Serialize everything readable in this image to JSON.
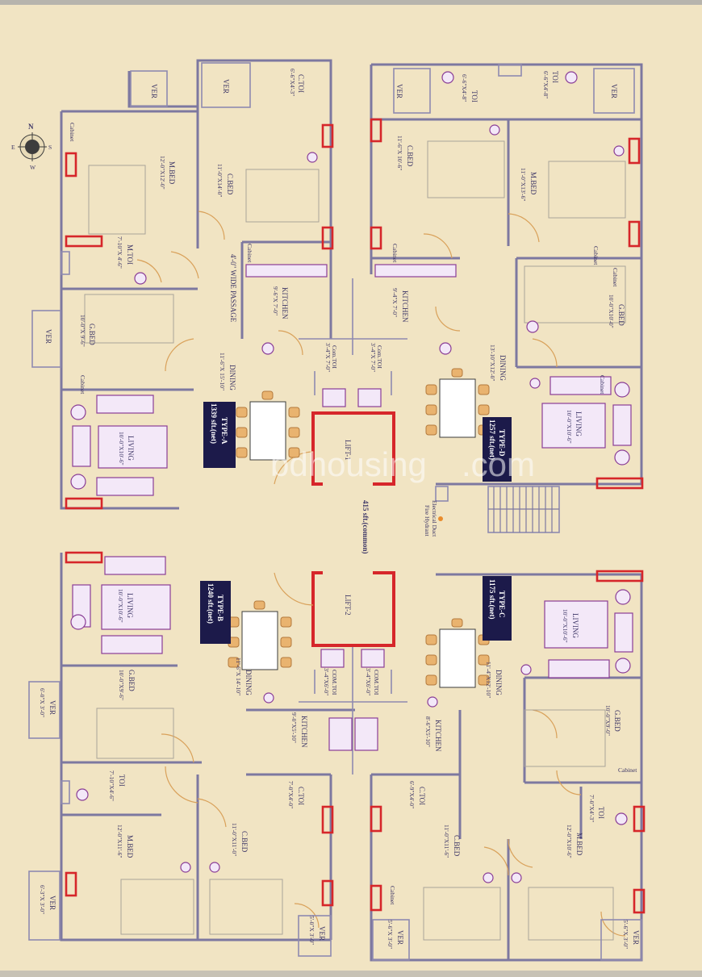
{
  "compass": {
    "north": "N",
    "south": "S",
    "east": "E",
    "west": "W"
  },
  "common": {
    "lift1": "LIFT-1",
    "lift2": "LIFT-2",
    "common_area": "415 sft.(common)",
    "fire_hydrant": "Fire Hydrant",
    "elec_duct": "Electrical Duct"
  },
  "watermark": "bdhousing",
  "watermark_suffix": ".com",
  "type_a": {
    "badge1": "TYPE-A",
    "badge2": "1339 sft.(net)",
    "ver1": "VER",
    "ver2": "VER",
    "ver3": "VER",
    "ctoi": "C.TOI",
    "ctoi_dim": "6'-6\"X4'-3\"",
    "mbed": "M.BED",
    "mbed_dim": "12'-0\"X12'-0\"",
    "cbed": "C.BED",
    "cbed_dim": "11'-0\"X14'-0\"",
    "mtoi": "M.TOI",
    "mtoi_dim": "7'-10\"X 4'-6\"",
    "passage": "4'-0\" WIDE PASSAGE",
    "kitchen": "KITCHEN",
    "kitchen_dim": "9'-6\"X 7'-0\"",
    "gbed": "G.BED",
    "gbed_dim": "10'-0\"X 9'-6\"",
    "comtoi": "Com.TOI",
    "comtoi_dim": "3'-4\"X 7'-0\"",
    "dining": "DINING",
    "dining_dim": "11'-6\"X 15'-10\"",
    "living": "LIVING",
    "living_dim": "10'-0\"X10'-6\"",
    "cabinet1": "Cabinet",
    "cabinet2": "Cabinet",
    "cabinet3": "Cabinet"
  },
  "type_d": {
    "badge1": "TYPE-D",
    "badge2": "1257 sft.(net)",
    "ver1": "VER",
    "ver2": "VER",
    "toi1": "TOI",
    "toi1_dim": "6'-6\"X4'-8\"",
    "toi2": "TOI",
    "toi2_dim": "6'-6\"X4'-8\"",
    "cbed": "C.BED",
    "cbed_dim": "11'-6\"X 10'-6\"",
    "mbed": "M.BED",
    "mbed_dim": "11'-0\"X13'-6\"",
    "kitchen": "KITCHEN",
    "kitchen_dim": "9'-4\"X 7'-0\"",
    "gbed": "G.BED",
    "gbed_dim": "10'-0\"X10'-0\"",
    "comtoi": "Com.TOI",
    "comtoi_dim": "3'-4\"X 7'-0\"",
    "dining": "DINING",
    "dining_dim": "13'-10\"X12'-0\"",
    "living": "LIVING",
    "living_dim": "10'-0\"X10'-6\"",
    "cabinet1": "Cabinet",
    "cabinet2": "Cabinet",
    "cabinet3": "Cabinet",
    "cabinet4": "Cabinet"
  },
  "type_b": {
    "badge1": "TYPE-B",
    "badge2": "1240 sft.(net)",
    "ver1": "VER",
    "ver1_dim": "6'-0\"X 3'-0\"",
    "ver2": "VER",
    "ver2_dim": "6'-3\"X 3'-0\"",
    "ver3": "VER",
    "ver3_dim": "5'-0\"X 3'-0\"",
    "living": "LIVING",
    "living_dim": "10'-0\"X10'-6\"",
    "gbed": "G.BED",
    "gbed_dim": "10'-0\"X9'-6\"",
    "toi": "TOI",
    "toi_dim": "7'-10\"X4'-6\"",
    "mbed": "M.BED",
    "mbed_dim": "12'-0\"X11'-6\"",
    "cbed": "C.BED",
    "cbed_dim": "11'-0\"X11'-0\"",
    "ctoi": "C.TOI",
    "ctoi_dim": "7'-0\"X4'-0\"",
    "dining": "DINING",
    "dining_dim": "11'-6\"X 14'-10\"",
    "kitchen": "KITCHEN",
    "kitchen_dim": "9'-0\"X5'-10\"",
    "comtoi": "COM.TOI",
    "comtoi_dim": "3'-4\"X6'-0\""
  },
  "type_c": {
    "badge1": "TYPE-C",
    "badge2": "1175 sft.(net)",
    "ver1": "VER",
    "ver1_dim": "5'-6\"X 3'-0\"",
    "ver2": "VER",
    "ver2_dim": "5'-6\"X 3'-0\"",
    "dining": "DINING",
    "dining_dim": "11'-4\"X12'-10\"",
    "living": "LIVING",
    "living_dim": "10'-0\"X10'-6\"",
    "gbed": "G.BED",
    "gbed_dim": "10'-0\"X9'-0\"",
    "cabinet": "Cabinet",
    "cabinet2": "Cabinet",
    "toi": "TOI",
    "toi_dim": "7'-0\"X4'-3\"",
    "mbed": "M.BED",
    "mbed_dim": "12'-0\"X10'-6\"",
    "cbed": "C.BED",
    "cbed_dim": "11'-0\"X11'-6\"",
    "ctoi": "C.TOI",
    "ctoi_dim": "6'-9\"X4'-0\"",
    "kitchen": "KITCHEN",
    "kitchen_dim": "8'-6\"X5'-10\"",
    "comtoi": "COM.TOI",
    "comtoi_dim": "3'-4\"X6'-0\""
  }
}
